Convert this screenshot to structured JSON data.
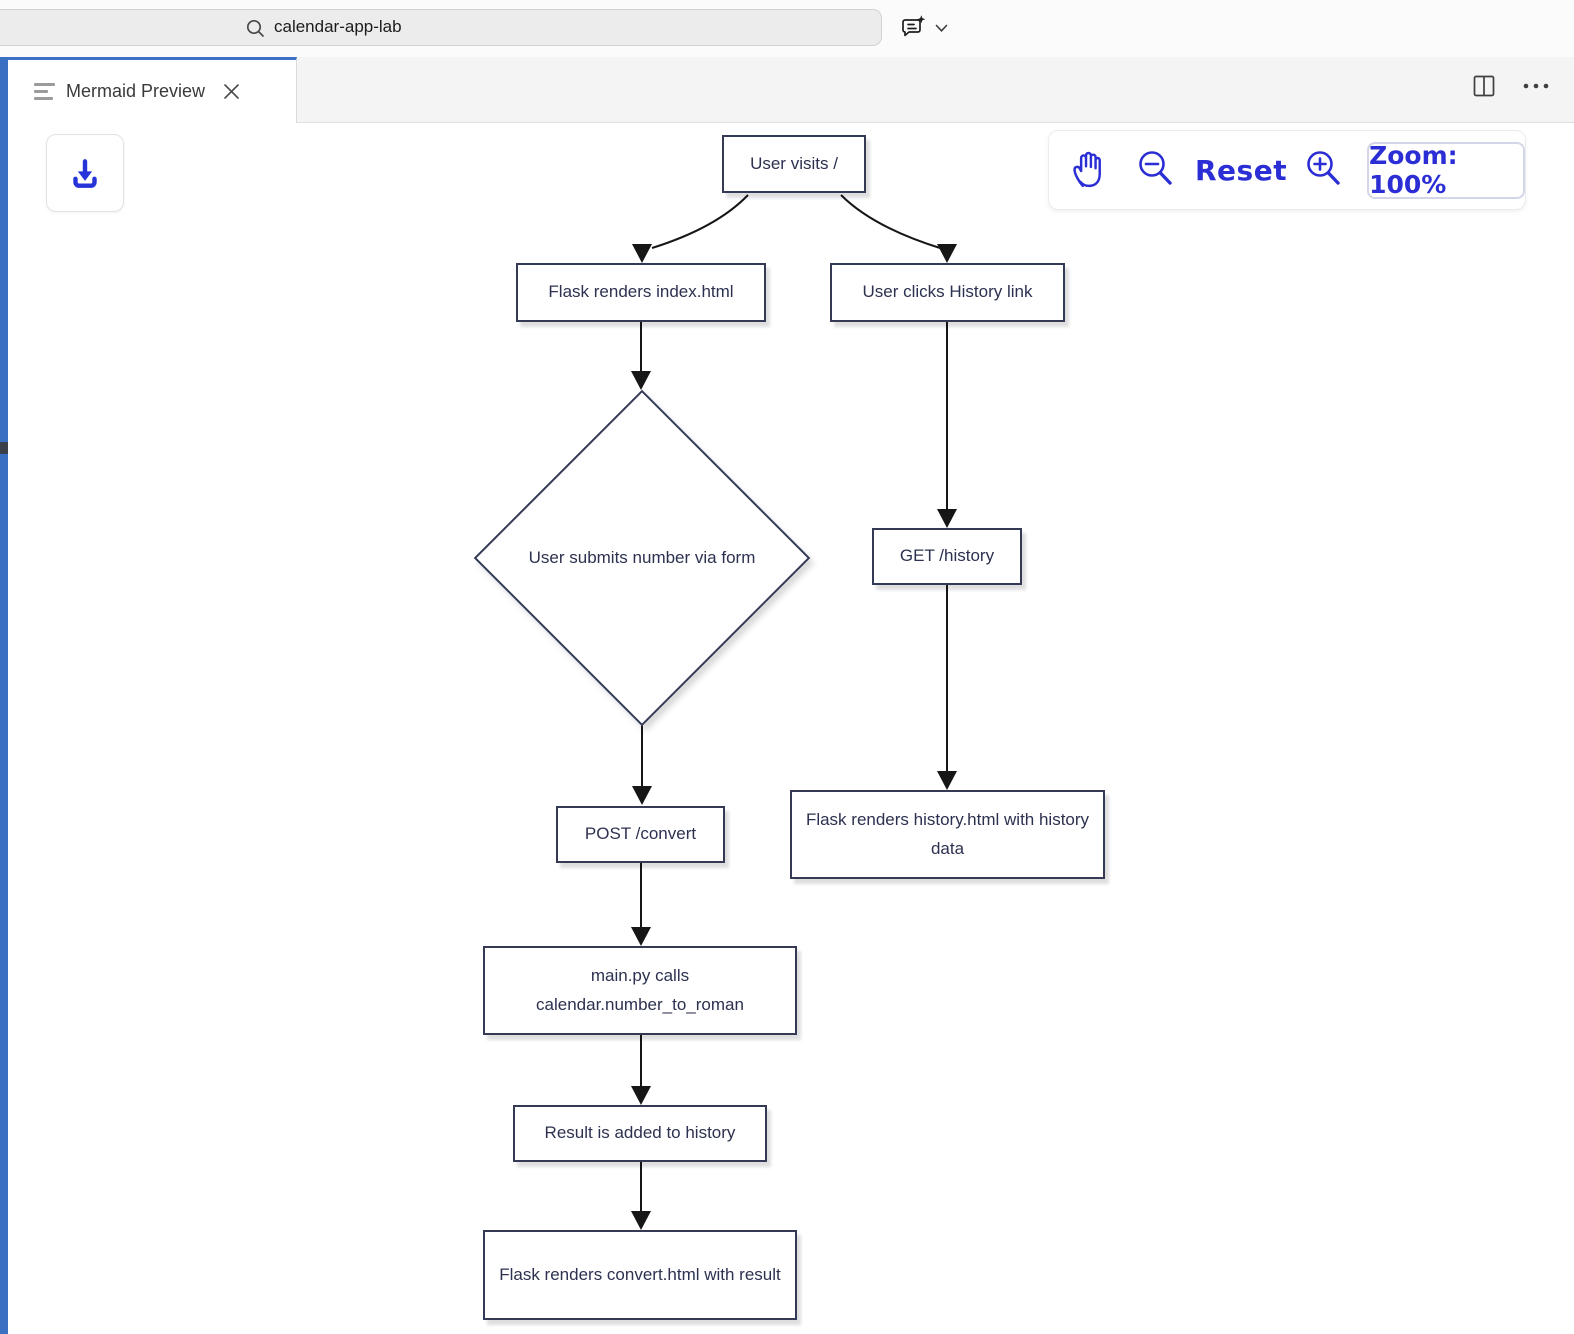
{
  "titlebar": {
    "search_value": "calendar-app-lab"
  },
  "tab": {
    "title": "Mermaid Preview"
  },
  "preview_toolbar": {
    "reset_label": "Reset",
    "zoom_label": "Zoom: 100%"
  },
  "icons": {
    "search": "magnifier",
    "copilot": "chat-sparkle",
    "chevron": "chevron-down",
    "tab": "document-lines",
    "close": "x",
    "split_editor": "split-square",
    "more_actions": "ellipsis",
    "download": "download-tray",
    "pan": "hand",
    "zoom_out": "magnifier-minus",
    "zoom_in": "magnifier-plus"
  },
  "colors": {
    "accent_blue": "#2b2ed4",
    "sash_blue": "#3b6fc2",
    "tab_top_border": "#3b70c4",
    "node_border": "#343a56",
    "node_text": "#2c3150",
    "edge": "#161616"
  },
  "diagram": {
    "nodes": [
      {
        "id": "user-visits",
        "shape": "rect",
        "label": "User visits /"
      },
      {
        "id": "flask-index",
        "shape": "rect",
        "label": "Flask renders index.html"
      },
      {
        "id": "user-clicks-history",
        "shape": "rect",
        "label": "User clicks History link"
      },
      {
        "id": "submit-number",
        "shape": "diamond",
        "label": "User submits number via form"
      },
      {
        "id": "get-history",
        "shape": "rect",
        "label": "GET /history"
      },
      {
        "id": "flask-history",
        "shape": "rect",
        "label": "Flask renders history.html with history data"
      },
      {
        "id": "post-convert",
        "shape": "rect",
        "label": "POST /convert"
      },
      {
        "id": "main-py",
        "shape": "rect",
        "label": "main.py calls calendar.number_to_roman"
      },
      {
        "id": "result-history",
        "shape": "rect",
        "label": "Result is added to history"
      },
      {
        "id": "flask-convert",
        "shape": "rect",
        "label": "Flask renders convert.html with result"
      }
    ]
  }
}
